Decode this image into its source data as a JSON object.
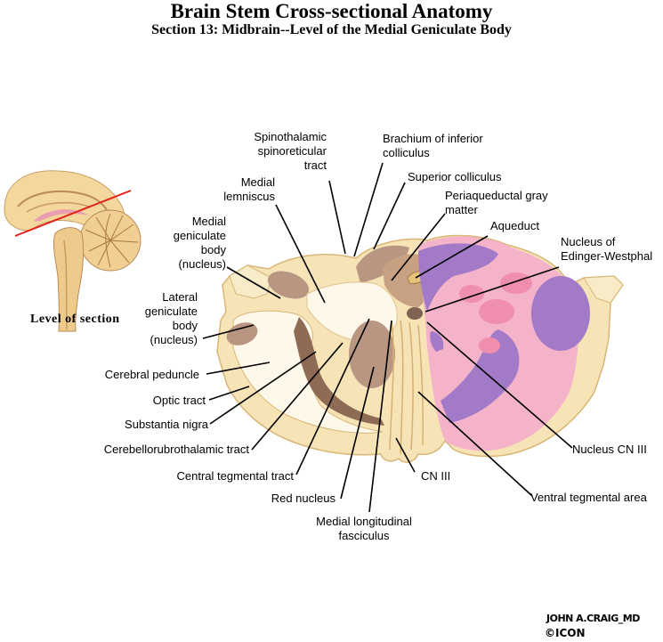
{
  "header": {
    "title": "Brain Stem Cross-sectional Anatomy",
    "subtitle": "Section 13:  Midbrain--Level of the Medial Geniculate Body"
  },
  "inset": {
    "caption": "Level of section"
  },
  "labels": {
    "spinothalamic": "Spinothalamic\nspinoreticular\ntract",
    "brachium": "Brachium of inferior\ncolliculus",
    "superior_colliculus": "Superior colliculus",
    "medial_lemniscus": "Medial\nlemniscus",
    "periaqueductal": "Periaqueductal gray\nmatter",
    "aqueduct": "Aqueduct",
    "medial_geniculate": "Medial\ngeniculate\nbody\n(nucleus)",
    "edinger": "Nucleus of\nEdinger-Westphal",
    "lateral_geniculate": "Lateral\ngeniculate\nbody\n(nucleus)",
    "cerebral_peduncle": "Cerebral peduncle",
    "optic_tract": "Optic tract",
    "substantia_nigra": "Substantia nigra",
    "cerebellorubro": "Cerebellorubrothalamic tract",
    "central_tegmental": "Central tegmental tract",
    "red_nucleus": "Red nucleus",
    "mlf": "Medial longitudinal\nfasciculus",
    "cn3": "CN III",
    "nucleus_cn3": "Nucleus CN III",
    "ventral_tegmental": "Ventral tegmental area"
  },
  "credit": {
    "signature": "JOHN A.CRAIG_MD",
    "logo": "©ICON"
  },
  "colors": {
    "tissue": "#f6e3b6",
    "tissue_edge": "#d9b677",
    "white_matter": "#fdf8ea",
    "nucleus_brown": "#b99682",
    "purple": "#a27ac8",
    "pink": "#f4b3c9",
    "line_red": "#e2231a"
  }
}
